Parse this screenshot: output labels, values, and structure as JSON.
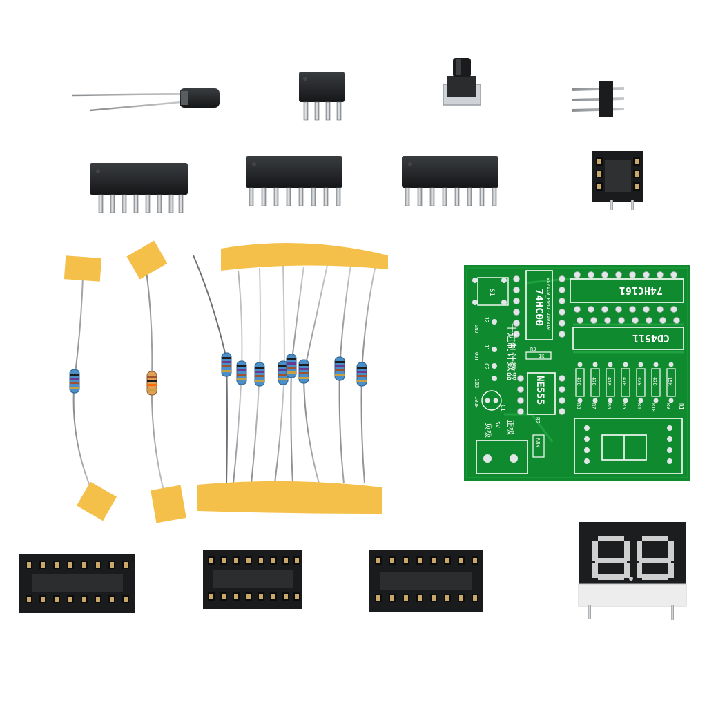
{
  "colors": {
    "background": "#ffffff",
    "pcb": "#0f8a2e",
    "pcb_silk": "#ffffff",
    "ic_body": "#222426",
    "tape": "#f5c04a",
    "resistor_blue": "#4a90c8"
  },
  "icons": {
    "capacitor": "electrolytic-capacitor-icon",
    "button": "tactile-switch-icon",
    "header": "pin-header-icon",
    "display": "seven-segment-display-icon"
  },
  "pcb": {
    "chip_74hc00": "74HC00",
    "chip_74hc161": "74HC161",
    "chip_cd4511": "CD4511",
    "chip_ne555": "NE555",
    "title_cn": "十进制计数器",
    "pos_neg_cn": "正极",
    "neg_cn": "负极",
    "v5": "5V",
    "s1": "S1",
    "j1": "J1",
    "j2": "J2",
    "gnd": "GND",
    "out": "OUT",
    "c1": "C1",
    "c2": "C2",
    "cap_code": "103",
    "cap_value": "10UF",
    "r1": "R1",
    "r2": "R2",
    "r3": "R3",
    "r_1k": "1K",
    "r_68k": "68K",
    "r_15k": "15K",
    "r_470": "470",
    "res_labels": [
      "R8",
      "R7",
      "R6",
      "R5",
      "R4",
      "R10",
      "R9"
    ],
    "serial": "SS711B_P941-210810"
  }
}
